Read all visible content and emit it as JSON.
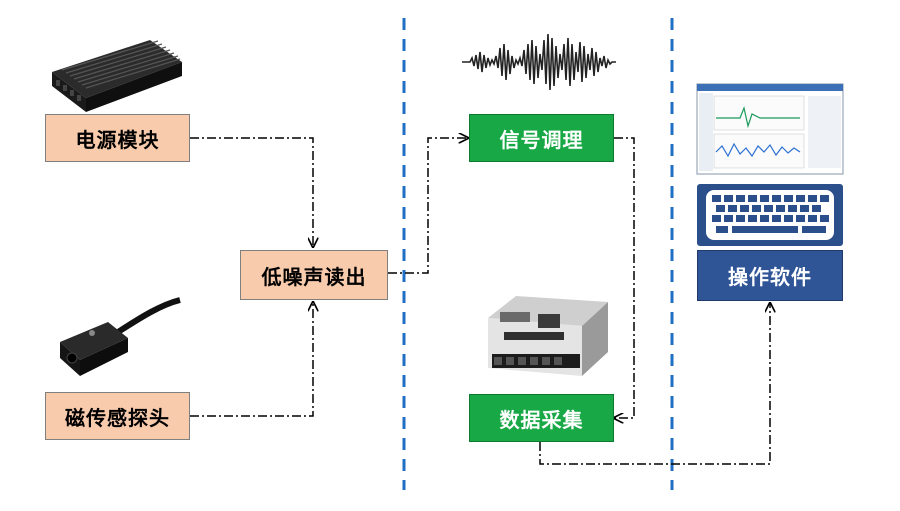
{
  "boxes": {
    "power_module": "电源模块",
    "magnetic_probe": "磁传感探头",
    "low_noise_readout": "低噪声读出",
    "signal_conditioning": "信号调理",
    "data_acquisition": "数据采集",
    "operating_software": "操作软件"
  },
  "colors": {
    "orange_box": "#F8CBAD",
    "green_box": "#18A845",
    "blue_box": "#2F5597",
    "divider": "#1F6FC5"
  }
}
